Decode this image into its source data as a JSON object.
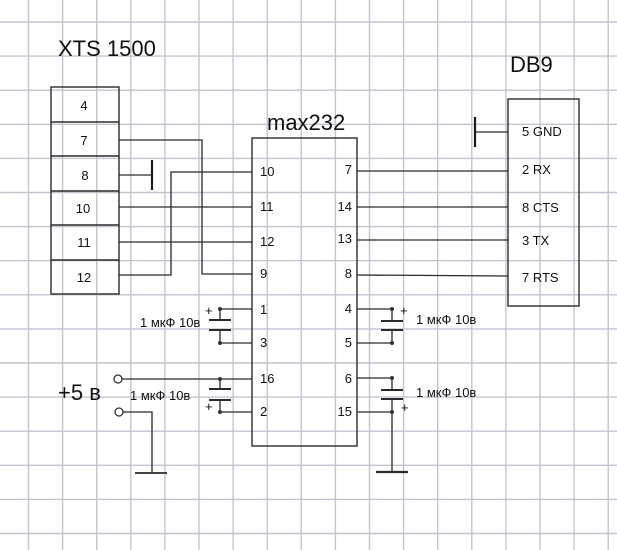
{
  "titles": {
    "radio": "XTS 1500",
    "chip": "max232",
    "connector": "DB9",
    "power": "+5 в"
  },
  "xts_connector": {
    "pins": [
      "4",
      "7",
      "8",
      "10",
      "11",
      "12"
    ]
  },
  "max232": {
    "left_pins": [
      "10",
      "11",
      "12",
      "9",
      "1",
      "3",
      "16",
      "2"
    ],
    "right_pins": [
      "7",
      "14",
      "13",
      "8",
      "4",
      "5",
      "6",
      "15"
    ]
  },
  "db9": {
    "pins": [
      "5 GND",
      "2 RX",
      "8 CTS",
      "3 TX",
      "7 RTS"
    ]
  },
  "capacitors": {
    "c1": {
      "label": "1 мкФ 10в",
      "polarity": "+"
    },
    "c2": {
      "label": "1 мкФ 10в",
      "polarity": "+"
    },
    "c3": {
      "label": "1 мкФ 10в",
      "polarity": "+"
    },
    "c4": {
      "label": "1 мкФ 10в",
      "polarity": "+"
    }
  },
  "connections": [
    {
      "from": "XTS 7",
      "to": "max232 9"
    },
    {
      "from": "XTS 8",
      "to": "GND"
    },
    {
      "from": "XTS 10",
      "to": "max232 11"
    },
    {
      "from": "XTS 11",
      "to": "max232 12"
    },
    {
      "from": "XTS 12",
      "to": "max232 10"
    },
    {
      "from": "max232 7",
      "to": "DB9 2 RX"
    },
    {
      "from": "max232 14",
      "to": "DB9 8 CTS"
    },
    {
      "from": "max232 13",
      "to": "DB9 3 TX"
    },
    {
      "from": "max232 8",
      "to": "DB9 7 RTS"
    },
    {
      "from": "DB9 5 GND",
      "to": "GND"
    }
  ]
}
